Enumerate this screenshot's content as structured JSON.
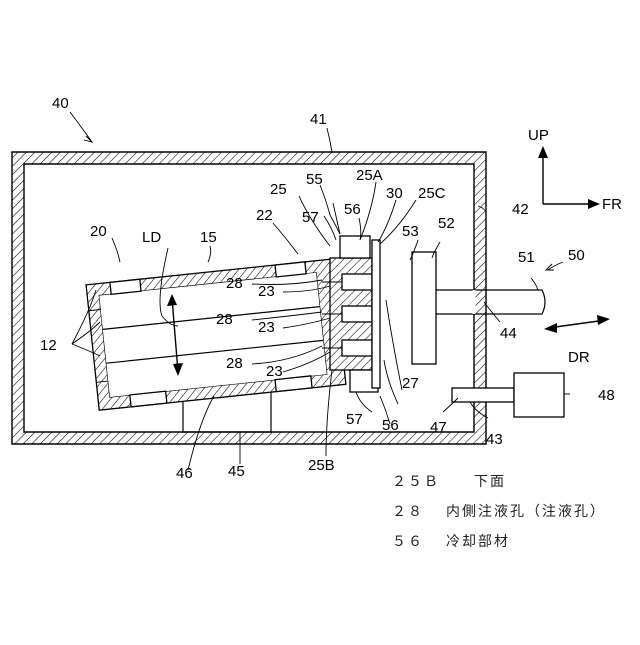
{
  "labels": {
    "l40": "40",
    "l41": "41",
    "l42": "42",
    "l43": "43",
    "l44": "44",
    "l45": "45",
    "l46": "46",
    "l47": "47",
    "l48": "48",
    "l50": "50",
    "l51": "51",
    "l52": "52",
    "l53": "53",
    "l55": "55",
    "l56a": "56",
    "l56b": "56",
    "l57a": "57",
    "l57b": "57",
    "l25": "25",
    "l25A": "25A",
    "l25B": "25B",
    "l25C": "25C",
    "l30": "30",
    "l22": "22",
    "l20": "20",
    "l15": "15",
    "l12": "12",
    "l27": "27",
    "l28a": "28",
    "l28b": "28",
    "l28c": "28",
    "l23a": "23",
    "l23b": "23",
    "l23c": "23",
    "LD": "LD",
    "DR": "DR"
  },
  "axes": {
    "up": "UP",
    "fr": "FR"
  },
  "legend": [
    {
      "code": "２５Ｂ",
      "text": "下面"
    },
    {
      "code": "２８",
      "text": "内側注液孔（注液孔）"
    },
    {
      "code": "５６",
      "text": "冷却部材"
    }
  ]
}
